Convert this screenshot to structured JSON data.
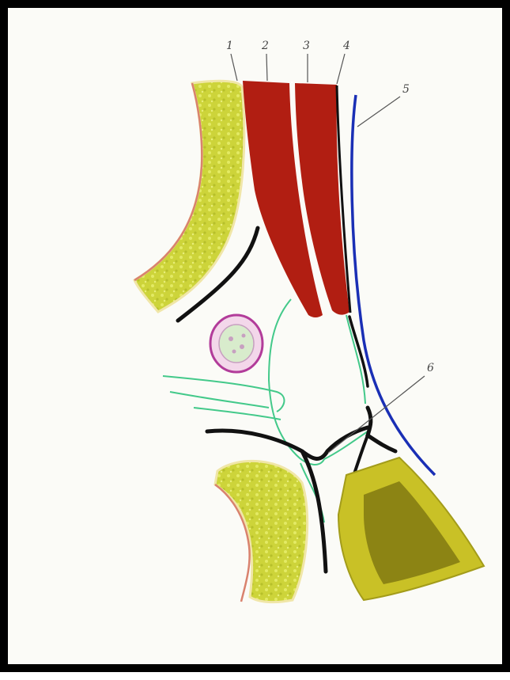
{
  "diagram": {
    "callouts": [
      {
        "id": "1",
        "label": "1"
      },
      {
        "id": "2",
        "label": "2"
      },
      {
        "id": "3",
        "label": "3"
      },
      {
        "id": "4",
        "label": "4"
      },
      {
        "id": "5",
        "label": "5"
      },
      {
        "id": "6",
        "label": "6"
      }
    ],
    "colors": {
      "muscle": "#b11e12",
      "bone": "#cdd43a",
      "bone_texture": "#e4ea62",
      "cartilage": "#b8b226",
      "cartilage_inner": "#8c8414",
      "fascia": "#111111",
      "nerve_line": "#1a2fb5",
      "connective": "#43c98a",
      "vessel": "#b23c9a"
    }
  }
}
